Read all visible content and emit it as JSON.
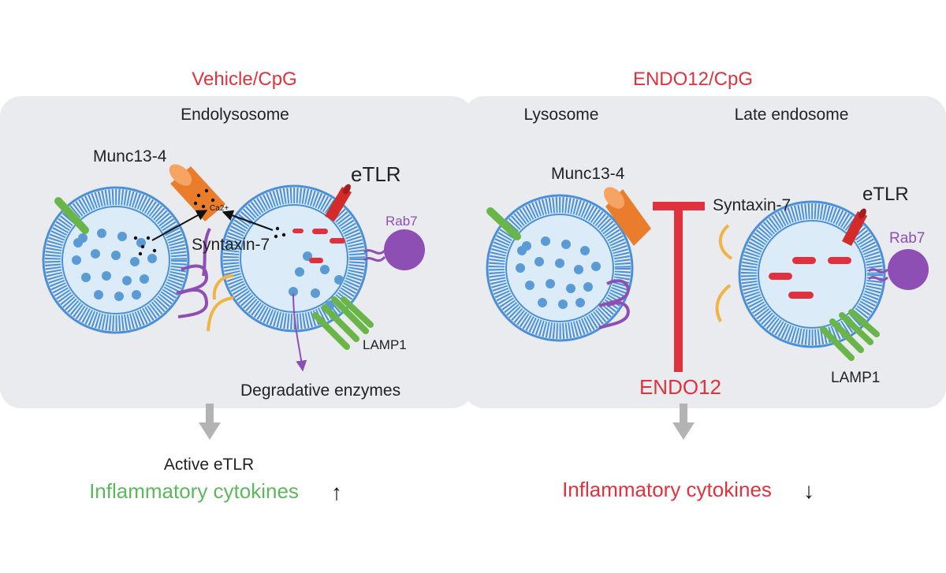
{
  "colors": {
    "panel_bg": "#e9ebee",
    "membrane": "#4a90d9",
    "lumen": "#dcebf8",
    "particle": "#5b9bd5",
    "red_title": "#e0323e",
    "green_text": "#5cb85c",
    "purple": "#8e4fb5",
    "orange": "#ea7d2c",
    "lamp_green": "#6ab547",
    "gray_arrow": "#b3b3b3"
  },
  "left_panel": {
    "condition_title": "Vehicle/CpG",
    "compartment_label": "Endolysosome",
    "munc_label": "Munc13-4",
    "ca_label": "Ca2+",
    "syntaxin_label": "Syntaxin-7",
    "etlr_label": "eTLR",
    "rab7_label": "Rab7",
    "lamp1_label": "LAMP1",
    "enzymes_label": "Degradative enzymes",
    "outcome_line1": "Active eTLR",
    "outcome_line2": "Inflammatory cytokines",
    "outcome_arrow": "↑"
  },
  "right_panel": {
    "condition_title": "ENDO12/CpG",
    "lysosome_label": "Lysosome",
    "late_endosome_label": "Late endosome",
    "munc_label": "Munc13-4",
    "syntaxin_label": "Syntaxin-7",
    "etlr_label": "eTLR",
    "rab7_label": "Rab7",
    "lamp1_label": "LAMP1",
    "inhibitor_label": "ENDO12",
    "outcome_line1": "Inflammatory cytokines",
    "outcome_arrow": "↓"
  },
  "icons": [
    "inhibition-t-icon",
    "down-arrow-icon",
    "up-arrow-icon"
  ]
}
